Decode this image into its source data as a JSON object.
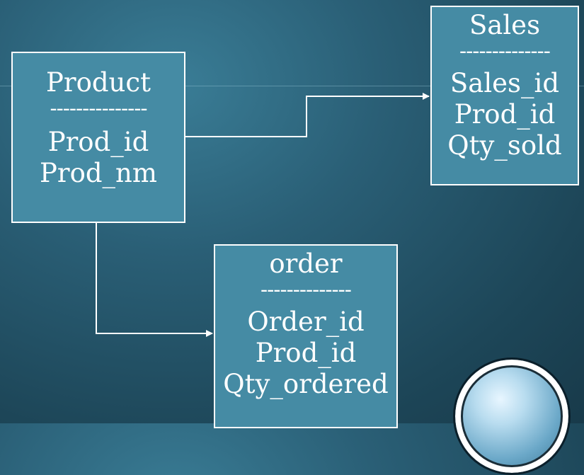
{
  "entities": {
    "product": {
      "title": "Product",
      "separator": "---------------",
      "fields": [
        "Prod_id",
        "Prod_nm"
      ]
    },
    "sales": {
      "title": "Sales",
      "separator": "--------------",
      "fields": [
        "Sales_id",
        "Prod_id",
        "Qty_sold"
      ]
    },
    "order": {
      "title": "order",
      "separator": "--------------",
      "fields": [
        "Order_id",
        "Prod_id",
        "Qty_ordered"
      ]
    }
  },
  "relationships": [
    {
      "from": "Product",
      "to": "Sales"
    },
    {
      "from": "Product",
      "to": "order"
    }
  ],
  "colors": {
    "box_fill": "#458ba4",
    "box_border": "#ffffff",
    "connector": "#ffffff",
    "background": "#2a5f76"
  },
  "decorations": {
    "magnifier_icon": "magnifier-icon"
  }
}
